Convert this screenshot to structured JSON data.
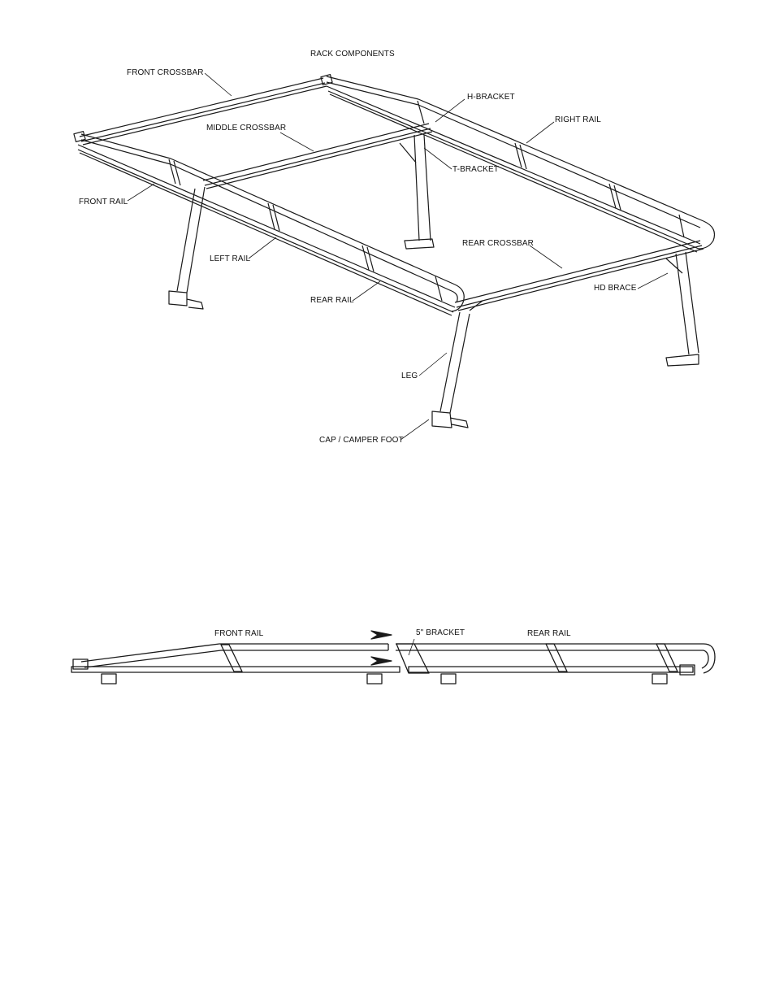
{
  "figure1": {
    "title": "RACK COMPONENTS",
    "labels": {
      "front_crossbar": "FRONT CROSSBAR",
      "middle_crossbar": "MIDDLE CROSSBAR",
      "h_bracket": "H-BRACKET",
      "right_rail": "RIGHT RAIL",
      "t_bracket": "T-BRACKET",
      "front_rail": "FRONT RAIL",
      "left_rail": "LEFT RAIL",
      "rear_crossbar": "REAR CROSSBAR",
      "rear_rail": "REAR RAIL",
      "hd_brace": "HD BRACE",
      "leg": "LEG",
      "cap_camper_foot": "CAP / CAMPER FOOT"
    }
  },
  "figure2": {
    "labels": {
      "front_rail": "FRONT RAIL",
      "bracket_5in": "5\" BRACKET",
      "rear_rail": "REAR RAIL"
    }
  },
  "colors": {
    "line": "#1a1a1a",
    "background": "#ffffff"
  }
}
